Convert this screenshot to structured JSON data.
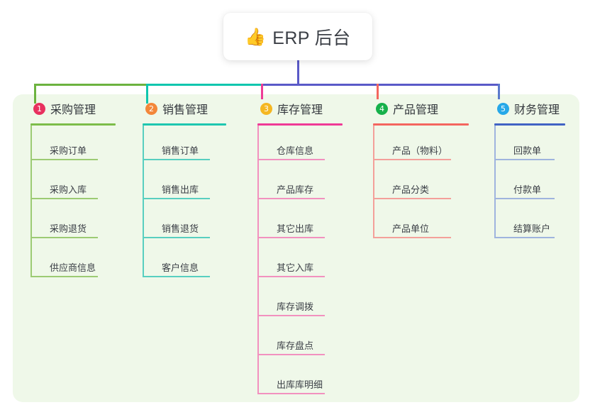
{
  "root": {
    "icon": "thumbs-up-icon",
    "icon_glyph": "👍",
    "title": "ERP 后台"
  },
  "diagram": {
    "type": "mindmap",
    "background_color": "#eff8e9",
    "trunk_color": "#5a5ac8"
  },
  "columns": [
    {
      "number": "1",
      "title": "采购管理",
      "badge_color": "#e8315f",
      "accent_color": "#7cbd4a",
      "item_rule_color": "#9ccb73",
      "connector_color": "#6cb33f",
      "items": [
        {
          "label": "采购订单"
        },
        {
          "label": "采购入库"
        },
        {
          "label": "采购退货"
        },
        {
          "label": "供应商信息"
        }
      ]
    },
    {
      "number": "2",
      "title": "销售管理",
      "badge_color": "#f3873a",
      "accent_color": "#1fc7b0",
      "item_rule_color": "#58cfc0",
      "connector_color": "#0fc6ae",
      "items": [
        {
          "label": "销售订单"
        },
        {
          "label": "销售出库"
        },
        {
          "label": "销售退货"
        },
        {
          "label": "客户信息"
        }
      ]
    },
    {
      "number": "3",
      "title": "库存管理",
      "badge_color": "#f5b722",
      "accent_color": "#ef3a96",
      "item_rule_color": "#f291bf",
      "connector_color": "#ee3c96",
      "items": [
        {
          "label": "仓库信息"
        },
        {
          "label": "产品库存"
        },
        {
          "label": "其它出库"
        },
        {
          "label": "其它入库"
        },
        {
          "label": "库存调拨"
        },
        {
          "label": "库存盘点"
        },
        {
          "label": "出库库明细"
        }
      ]
    },
    {
      "number": "4",
      "title": "产品管理",
      "badge_color": "#16b14b",
      "accent_color": "#f4665f",
      "item_rule_color": "#f4a09a",
      "connector_color": "#f4665f",
      "items": [
        {
          "label": "产品（物料）"
        },
        {
          "label": "产品分类"
        },
        {
          "label": "产品单位"
        }
      ]
    },
    {
      "number": "5",
      "title": "财务管理",
      "badge_color": "#27a8e8",
      "accent_color": "#4163c4",
      "item_rule_color": "#9fb4de",
      "connector_color": "#5b79cc",
      "items": [
        {
          "label": "回款单"
        },
        {
          "label": "付款单"
        },
        {
          "label": "结算账户"
        }
      ]
    }
  ]
}
